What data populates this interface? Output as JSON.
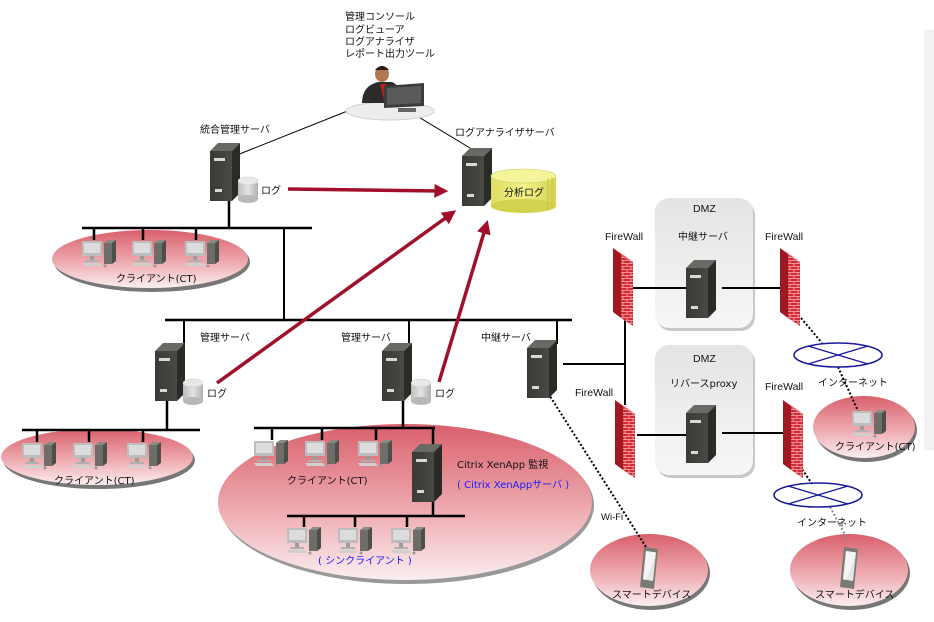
{
  "title": "ログ収集・分析 システム構成図",
  "admin_console": {
    "lines": [
      "管理コンソール",
      "ログビューア",
      "ログアナライザ",
      "レポート出力ツール"
    ]
  },
  "integrated_server": {
    "label": "統合管理サーバ",
    "log_label": "ログ"
  },
  "analyzer_server": {
    "label": "ログアナライザサーバ",
    "db_label": "分析ログ"
  },
  "client_group_top": {
    "label": "クライアント(CT)"
  },
  "mgmt_server_1": {
    "label": "管理サーバ",
    "log_label": "ログ"
  },
  "mgmt_server_2": {
    "label": "管理サーバ",
    "log_label": "ログ"
  },
  "relay_server_internal": {
    "label": "中継サーバ"
  },
  "client_group_left": {
    "label": "クライアント(CT)"
  },
  "citrix_group": {
    "client_label": "クライアント(CT)",
    "server_label": "Citrix XenApp 監視",
    "server_sublabel": "( Citrix XenAppサーバ )",
    "thin_client_label": "( シンクライアント )"
  },
  "dmz_top": {
    "label": "DMZ",
    "server_label": "中継サーバ"
  },
  "dmz_bottom": {
    "label": "DMZ",
    "server_label": "リバースproxy"
  },
  "firewalls": [
    "FireWall",
    "FireWall",
    "FireWall",
    "FireWall"
  ],
  "internet_top": {
    "label": "インターネット"
  },
  "internet_bottom": {
    "label": "インターネット"
  },
  "remote_client": {
    "label": "クライアント(CT)"
  },
  "wifi": {
    "label": "Wi-Fi"
  },
  "smart_device_left": {
    "label": "スマートデバイス"
  },
  "smart_device_right": {
    "label": "スマートデバイス"
  },
  "colors": {
    "log_arrow": "#a0102a",
    "network_line": "#000000",
    "zone_fill": "#e07a84",
    "firewall": "#d42a36",
    "db_yellow": "#e8e870",
    "internet_ring": "#1a1a9a",
    "sublabel_blue": "#1a1aff"
  }
}
